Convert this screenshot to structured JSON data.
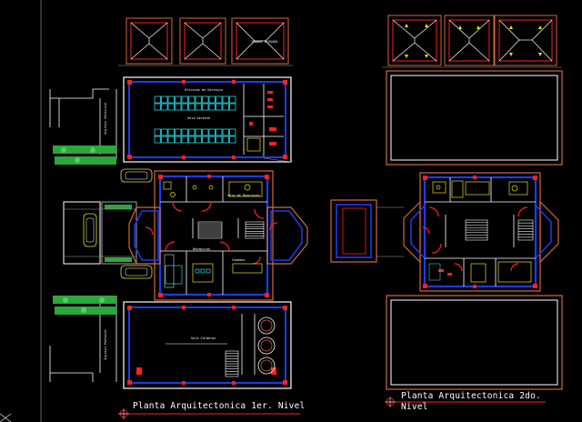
{
  "plans": {
    "first": {
      "title": "Planta Arquitectonica 1er. Nivel",
      "rooms": {
        "office_top": "Oficinas de Gerencia",
        "office_sub": "Sala Gerente",
        "roof_right": "TANQUE ELEVADO",
        "meeting": "Sala de Reuniones",
        "room_c": "Recepcion",
        "room_d": "Comedor",
        "warehouse": "Sala Calderas",
        "gate_left": "Ingreso Vehicular",
        "gate_left2": "Ingreso Peatonal"
      }
    },
    "second": {
      "title_line1": "Planta Arquitectonica 2do.",
      "title_line2": "Nivel"
    }
  },
  "colors": {
    "background": "#000000",
    "wall_orange": "#d2693c",
    "wall_blue": "#1d3cf0",
    "red": "#ff2020",
    "cyan": "#22d8e0",
    "green": "#2aa83c",
    "yellow": "#e8e020",
    "white": "#ffffff",
    "gray": "#a0a0a0"
  }
}
